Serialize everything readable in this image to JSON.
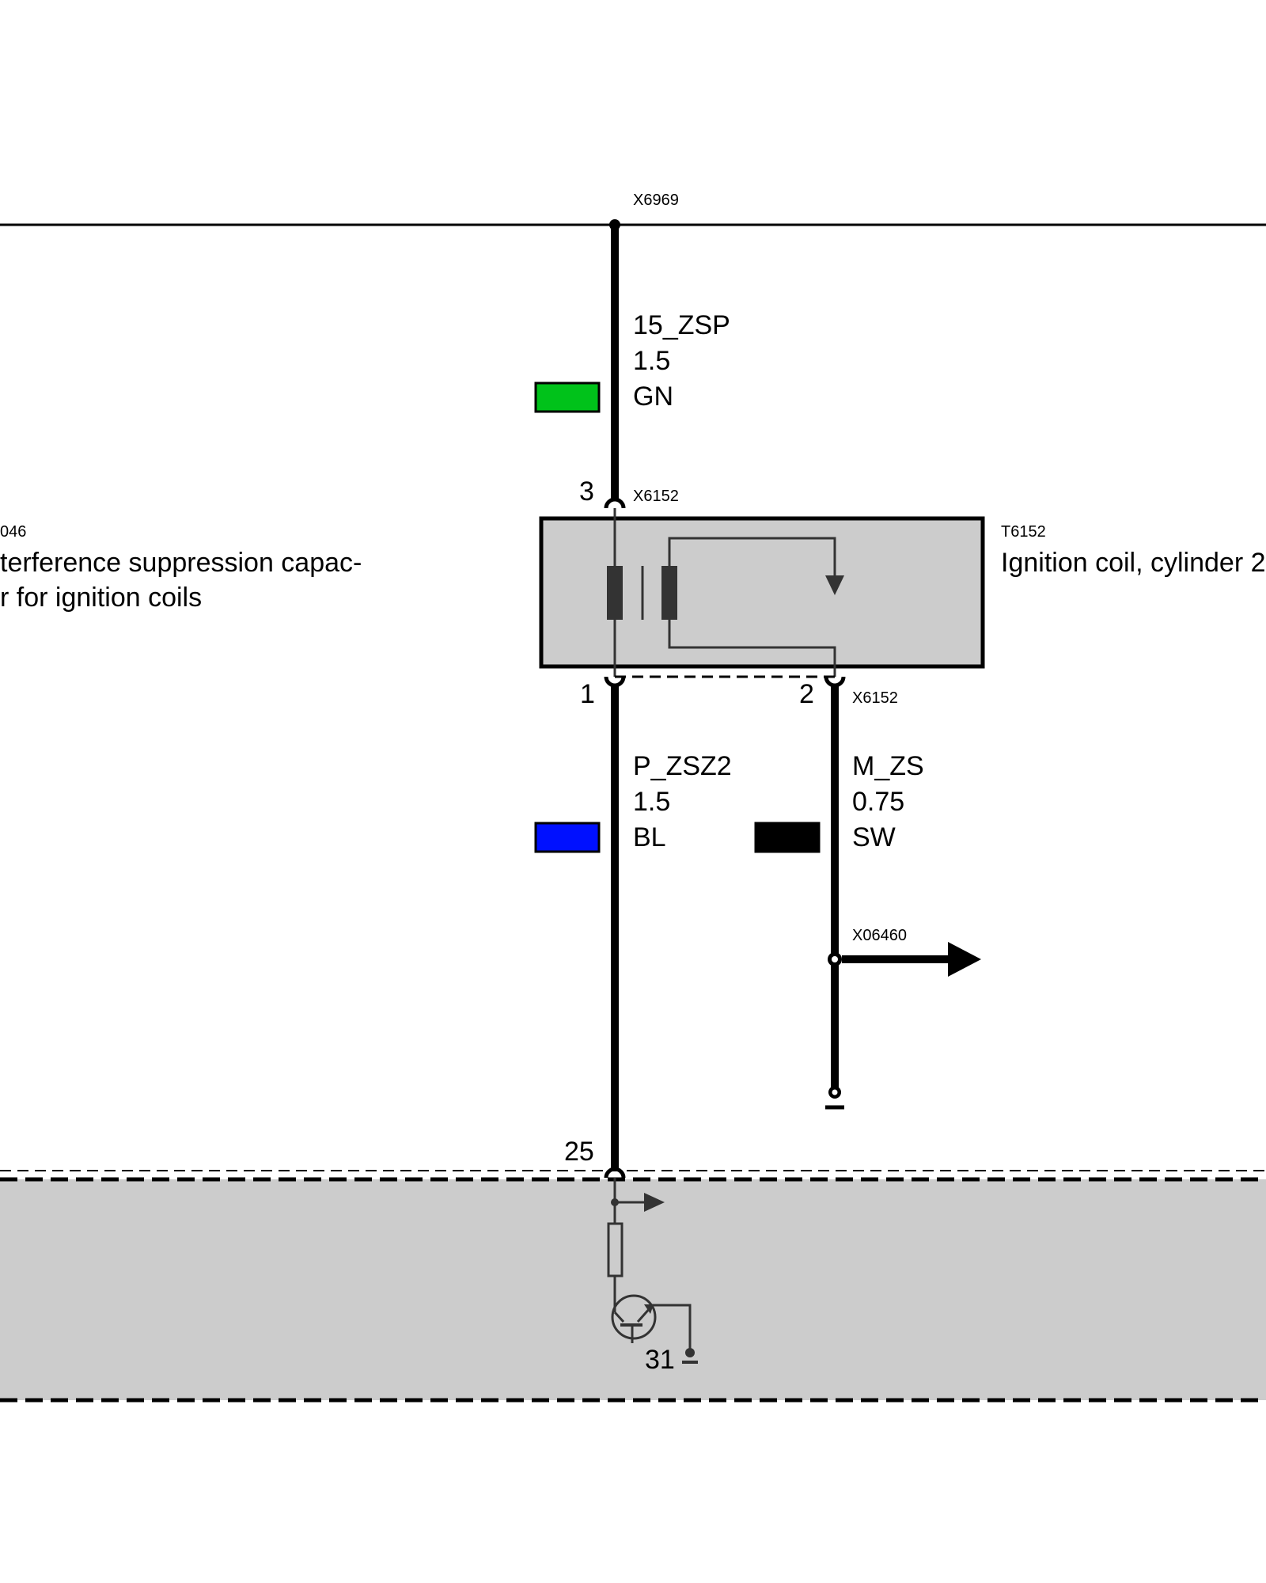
{
  "connectors": {
    "top": "X6969",
    "coil_top": "X6152",
    "coil_bottom": "X6152",
    "ground_split": "X06460"
  },
  "components": {
    "left": {
      "code": "046",
      "line1": "terference suppression capac-",
      "line2": "r for ignition coils"
    },
    "right": {
      "code": "T6152",
      "line1": "Ignition coil, cylinder 2"
    }
  },
  "wires": {
    "top": {
      "signal": "15_ZSP",
      "size": "1.5",
      "color_code": "GN",
      "swatch": "#00c21a"
    },
    "left_bottom": {
      "signal": "P_ZSZ2",
      "size": "1.5",
      "color_code": "BL",
      "swatch": "#0010ff"
    },
    "right_bottom": {
      "signal": "M_ZS",
      "size": "0.75",
      "color_code": "SW",
      "swatch": "#000000"
    }
  },
  "pins": {
    "coil_top": "3",
    "coil_left": "1",
    "coil_right": "2",
    "ecu": "25",
    "ground": "31"
  },
  "colors": {
    "component_fill": "#cccccc",
    "line": "#000000",
    "internal": "#333333"
  }
}
